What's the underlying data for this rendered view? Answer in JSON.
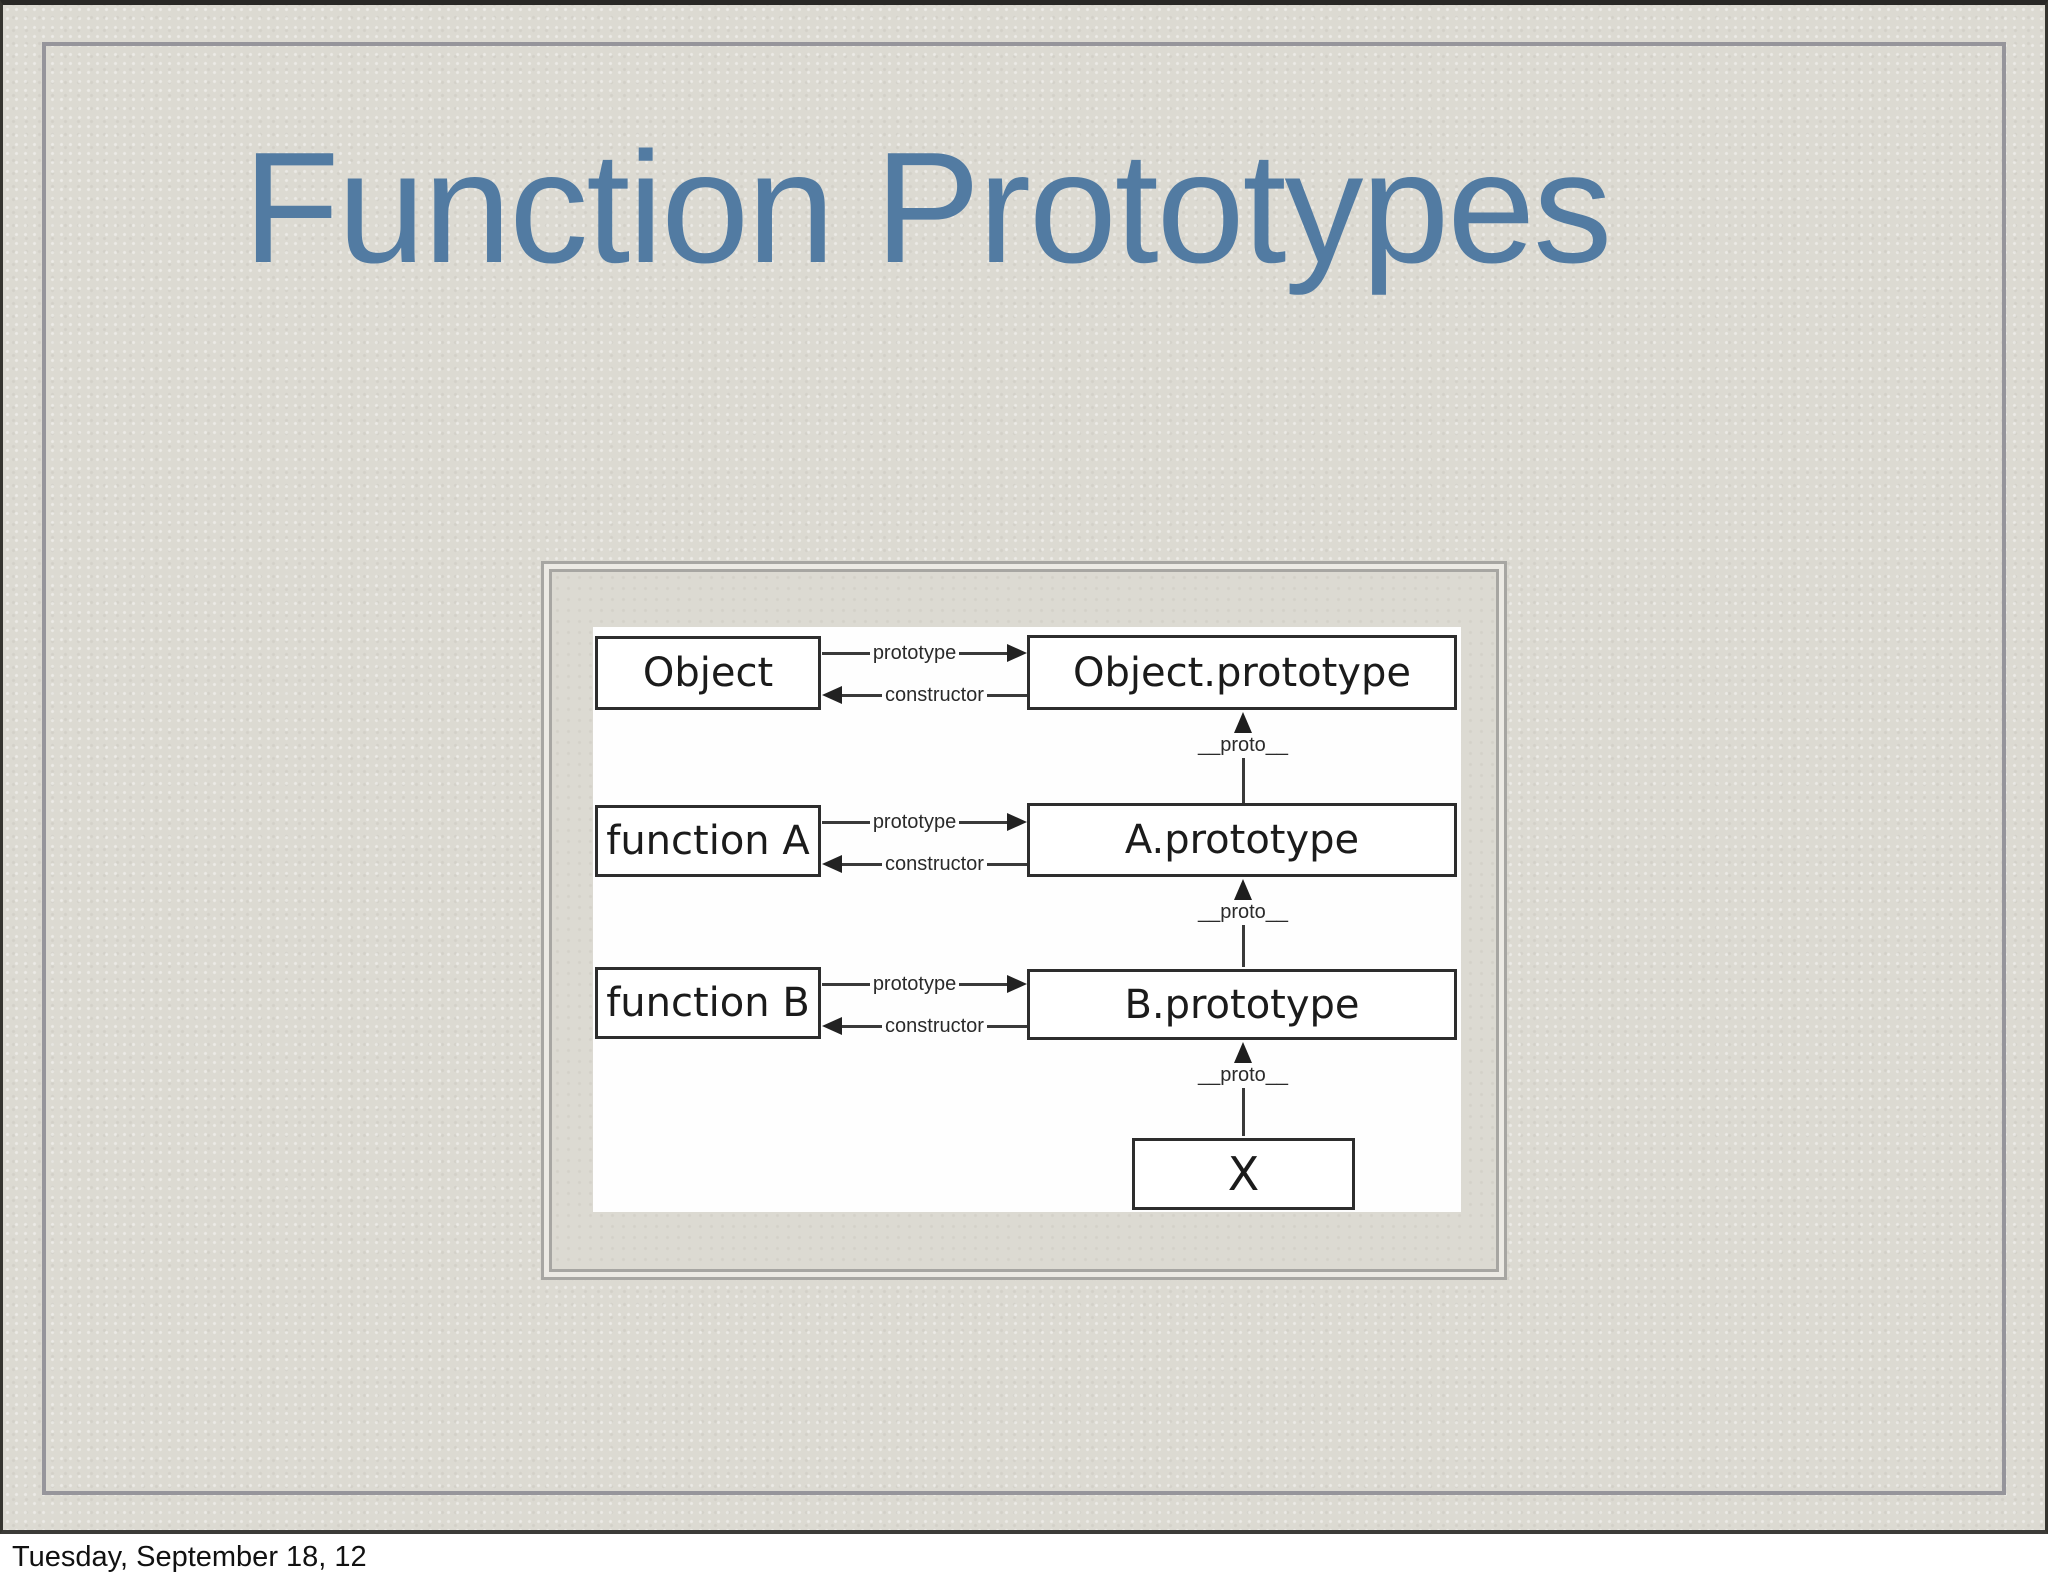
{
  "slide": {
    "title": "Function Prototypes",
    "footer": "Tuesday, September 18, 12"
  },
  "diagram": {
    "rows": [
      {
        "left": "Object",
        "right": "Object.prototype",
        "prototype_label": "prototype",
        "constructor_label": "constructor"
      },
      {
        "left": "function A",
        "right": "A.prototype",
        "prototype_label": "prototype",
        "constructor_label": "constructor"
      },
      {
        "left": "function B",
        "right": "B.prototype",
        "prototype_label": "prototype",
        "constructor_label": "constructor"
      }
    ],
    "proto_links": [
      {
        "label": "__proto__"
      },
      {
        "label": "__proto__"
      },
      {
        "label": "__proto__"
      }
    ],
    "instance": "X"
  },
  "colors": {
    "background": "#dcdad2",
    "title_blue": "#527ba2",
    "slide_frame_gray": "#96959b",
    "picture_frame_gray": "#a7a6a2",
    "box_border": "#2d2d2d",
    "diagram_text": "#1b1b1b",
    "footer_text": "#111111"
  }
}
